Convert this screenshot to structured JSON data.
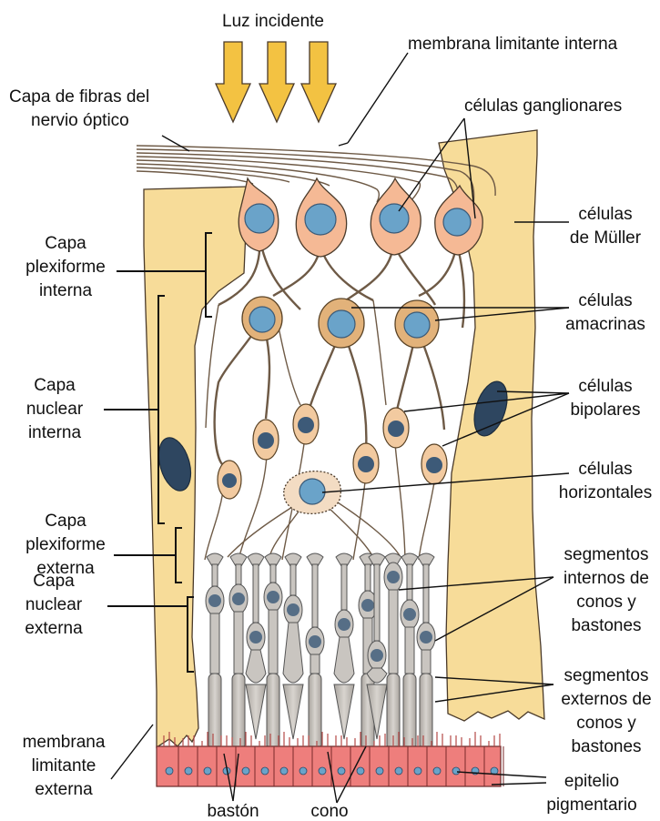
{
  "labels": {
    "light": "Luz incidente",
    "inner_limiting_membrane": "membrana limitante interna",
    "nerve_fiber_layer": [
      "Capa de fibras del",
      "nervio óptico"
    ],
    "ganglion_cells": "células ganglionares",
    "muller_cells": [
      "células",
      "de Müller"
    ],
    "inner_plexiform": [
      "Capa",
      "plexiforme",
      "interna"
    ],
    "amacrine_cells": [
      "células",
      "amacrinas"
    ],
    "inner_nuclear": [
      "Capa",
      "nuclear",
      "interna"
    ],
    "bipolar_cells": [
      "células",
      "bipolares"
    ],
    "horizontal_cells": [
      "células",
      "horizontales"
    ],
    "outer_plexiform": [
      "Capa",
      "plexiforme",
      "externa"
    ],
    "inner_segments": [
      "segmentos",
      "internos de",
      "conos y",
      "bastones"
    ],
    "outer_nuclear": [
      "Capa",
      "nuclear",
      "externa"
    ],
    "outer_segments": [
      "segmentos",
      "externos de",
      "conos y",
      "bastones"
    ],
    "outer_limiting_membrane": [
      "membrana",
      "limitante",
      "externa"
    ],
    "pigment_epithelium": [
      "epitelio",
      "pigmentario"
    ],
    "rod": "bastón",
    "cone": "cono"
  },
  "colors": {
    "muller": "#f7dc99",
    "ganglion": "#f5b995",
    "nucleus": "#6aa3c9",
    "amacrine": "#e2b27a",
    "bipolar": "#f2caa0",
    "horizontal": "#f3dcc3",
    "photoreceptor": "#c9c5c0",
    "photo_nucleus": "#566e86",
    "pigment": "#ee7e7c",
    "arrow": "#f3c242"
  }
}
